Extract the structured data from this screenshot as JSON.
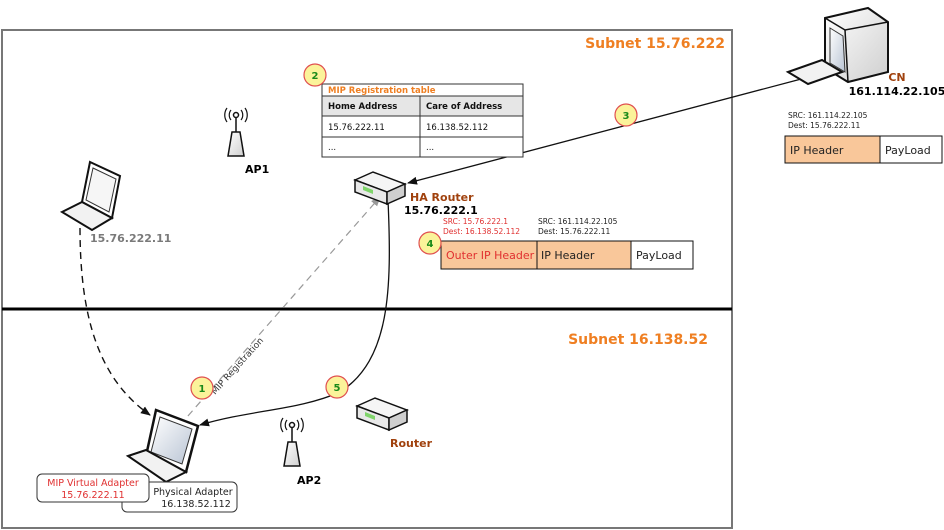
{
  "subnets": {
    "home": "Subnet 15.76.222",
    "foreign": "Subnet 16.138.52"
  },
  "nodes": {
    "cn": {
      "name": "CN",
      "ip": "161.114.22.105",
      "icon": "desktop-computer-icon"
    },
    "ha_router": {
      "name": "HA Router",
      "ip": "15.76.222.1",
      "icon": "router-icon"
    },
    "router": {
      "name": "Router",
      "icon": "router-icon"
    },
    "ap1": {
      "name": "AP1",
      "icon": "wireless-access-point-icon"
    },
    "ap2": {
      "name": "AP2",
      "icon": "wireless-access-point-icon"
    },
    "laptop_home": {
      "ip": "15.76.222.11",
      "icon": "laptop-icon"
    },
    "laptop_foreign": {
      "icon": "laptop-icon"
    }
  },
  "adapters": {
    "virtual": {
      "label": "MIP Virtual Adapter",
      "ip": "15.76.222.11"
    },
    "physical": {
      "label": "Physical Adapter",
      "ip": "16.138.52.112"
    }
  },
  "registration_table": {
    "title": "MIP Registration table",
    "headers": [
      "Home Address",
      "Care of Address"
    ],
    "rows": [
      [
        "15.76.222.11",
        "16.138.52.112"
      ],
      [
        "...",
        "..."
      ]
    ]
  },
  "steps": [
    "1",
    "2",
    "3",
    "4",
    "5"
  ],
  "arrows": {
    "registration_label": "MIP Registration"
  },
  "cn_packet": {
    "src": "SRC: 161.114.22.105",
    "dest": "Dest: 15.76.222.11",
    "fields": [
      "IP Header",
      "PayLoad"
    ]
  },
  "tunnel_packet": {
    "outer_src": "SRC: 15.76.222.1",
    "outer_dest": "Dest: 16.138.52.112",
    "inner_src": "SRC: 161.114.22.105",
    "inner_dest": "Dest: 15.76.222.11",
    "fields": [
      "Outer IP Header",
      "IP Header",
      "PayLoad"
    ]
  },
  "colors": {
    "subnet_title": "#ef7f22",
    "node_name": "#a0410d",
    "header_fill": "#f9c79a",
    "badge_fill": "#fbf39a",
    "badge_border": "#e05050",
    "badge_text": "#1a8a1a",
    "red_text": "#e03030"
  }
}
